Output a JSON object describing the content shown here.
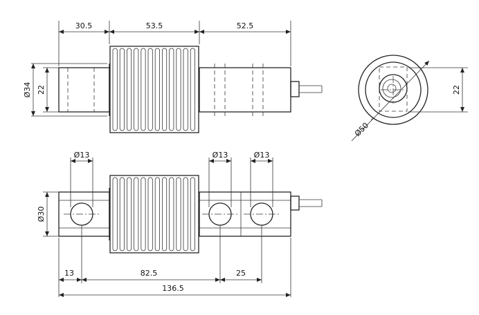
{
  "top_view": {
    "dims": {
      "d1": "30.5",
      "d2": "53.5",
      "d3": "52.5",
      "dia_body": "Ø34",
      "h_inner": "22"
    }
  },
  "side_view": {
    "dims": {
      "hole1": "Ø13",
      "hole2": "Ø13",
      "hole3": "Ø13",
      "height": "Ø30",
      "left_offset": "13",
      "hole_spacing_long": "82.5",
      "hole_spacing_short": "25",
      "overall_length": "136.5"
    }
  },
  "end_view": {
    "dims": {
      "outer_dia": "Ø50",
      "inner_height": "22"
    }
  }
}
